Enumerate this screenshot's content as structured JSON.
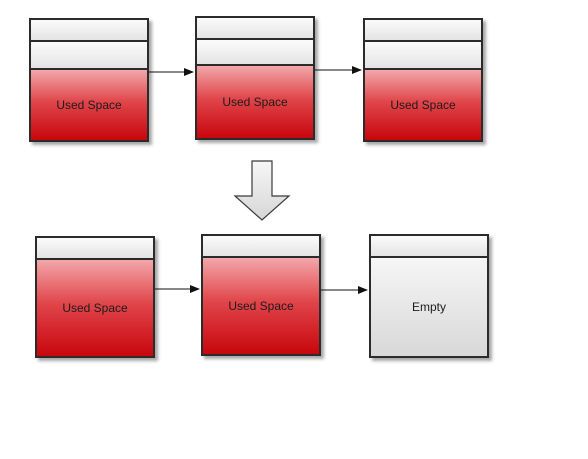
{
  "diagram": {
    "top_row": [
      {
        "label": "Used Space"
      },
      {
        "label": "Used Space"
      },
      {
        "label": "Used Space"
      }
    ],
    "bottom_row": [
      {
        "label": "Used Space"
      },
      {
        "label": "Used Space"
      },
      {
        "label": "Empty"
      }
    ],
    "colors": {
      "used_top": "#f2a7aa",
      "used_bottom": "#c8060d",
      "empty_top": "#f6f6f6",
      "empty_bottom": "#d8d8d8",
      "border": "#2b2b2b"
    }
  }
}
